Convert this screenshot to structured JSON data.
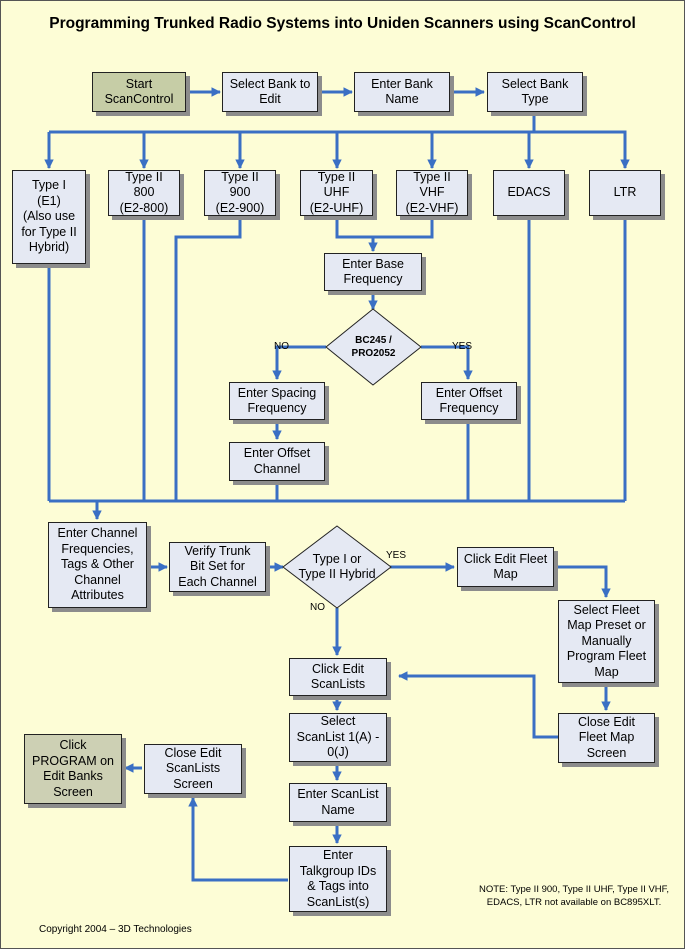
{
  "title": "Programming Trunked Radio Systems into Uniden Scanners using ScanControl",
  "steps": {
    "start": "Start\nScanControl",
    "select_bank": "Select Bank to\nEdit",
    "enter_bank_name": "Enter Bank\nName",
    "select_bank_type": "Select Bank\nType",
    "type1": "Type I\n(E1)\n(Also use\nfor Type II\nHybrid)",
    "type2_800": "Type II\n800\n(E2-800)",
    "type2_900": "Type II\n900\n(E2-900)",
    "type2_uhf": "Type II\nUHF\n(E2-UHF)",
    "type2_vhf": "Type II\nVHF\n(E2-VHF)",
    "edacs": "EDACS",
    "ltr": "LTR",
    "enter_base_freq": "Enter Base\nFrequency",
    "enter_spacing_freq": "Enter Spacing\nFrequency",
    "enter_offset_channel": "Enter Offset\nChannel",
    "enter_offset_freq": "Enter Offset\nFrequency",
    "enter_channel_freqs": "Enter Channel\nFrequencies,\nTags & Other\nChannel\nAttributes",
    "verify_trunk_bit": "Verify Trunk\nBit Set for\nEach Channel",
    "click_edit_fleet_map": "Click Edit Fleet\nMap",
    "select_fleet_map": "Select Fleet\nMap Preset or\nManually\nProgram Fleet\nMap",
    "close_fleet_map": "Close Edit\nFleet Map\nScreen",
    "click_edit_scanlists": "Click Edit\nScanLists",
    "select_scanlist": "Select\nScanList 1(A) -\n0(J)",
    "enter_scanlist_name": "Enter ScanList\nName",
    "enter_talkgroups": "Enter\nTalkgroup IDs\n& Tags into\nScanList(s)",
    "close_scanlists": "Close Edit\nScanLists\nScreen",
    "click_program": "Click\nPROGRAM on\nEdit Banks\nScreen"
  },
  "decisions": {
    "model": "BC245 /\nPRO2052",
    "type_check": "Type I or\nType II Hybrid"
  },
  "labels": {
    "no_model": "NO",
    "yes_model": "YES",
    "yes_type": "YES",
    "no_type": "NO"
  },
  "note": "NOTE:  Type II 900, Type II UHF, Type\nII VHF, EDACS, LTR not available on\nBC895XLT.",
  "copyright": "Copyright 2004 – 3D Technologies",
  "colors": {
    "background": "#fdfdd6",
    "box_fill": "#e5e9f3",
    "terminal_fill": "#cdd0b4",
    "connector": "#3a6fc4",
    "shadow": "#8c8c8c"
  }
}
